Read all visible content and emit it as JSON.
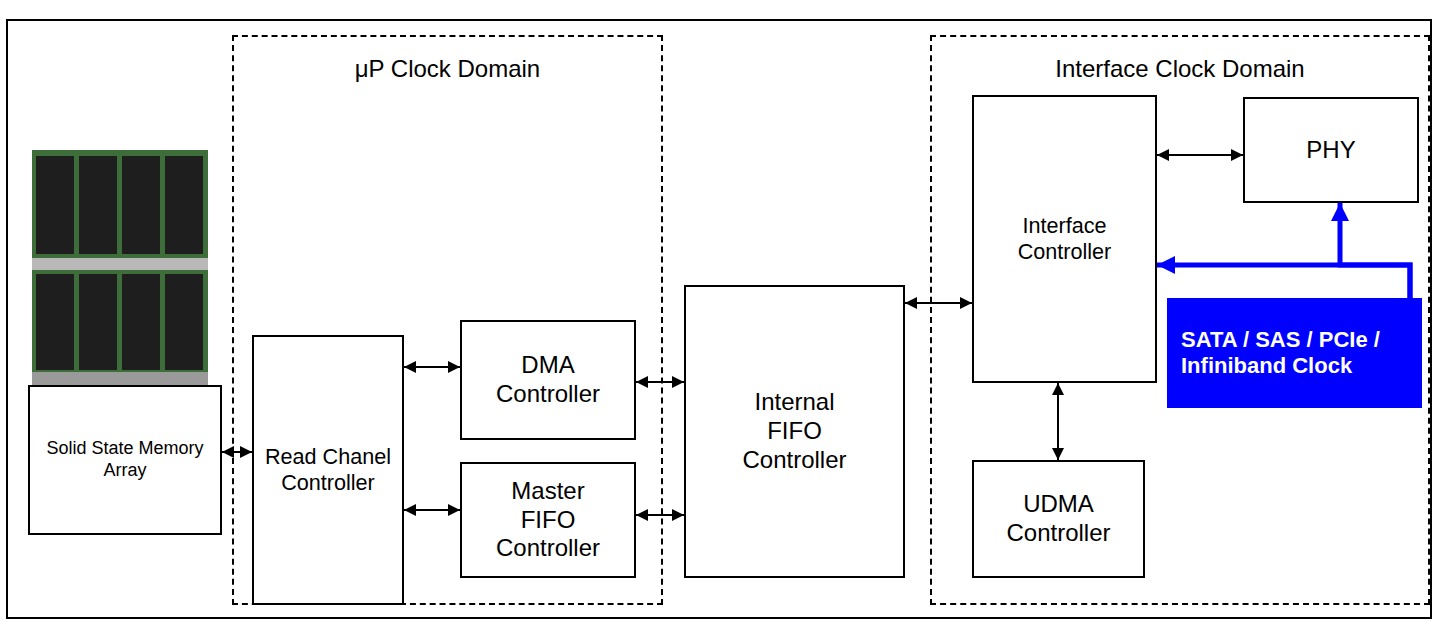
{
  "diagram": {
    "nodes": [
      {
        "text": [
          "μP Clock Domain"
        ]
      },
      {
        "text": [
          "Interface Clock Domain"
        ]
      },
      {
        "text": [
          "Solid State Memory Array"
        ]
      },
      {
        "text": [
          "Read Chanel Controller"
        ],
        "in": 0
      },
      {
        "text": [
          "DMA Controller"
        ],
        "in": 0
      },
      {
        "text": [
          "Master FIFO Controller"
        ],
        "in": 0
      },
      {
        "text": [
          "Internal FIFO Controller"
        ]
      },
      {
        "text": [
          "Interface Controller"
        ],
        "in": 1
      },
      {
        "text": [
          "PHY"
        ],
        "in": 1
      },
      {
        "text": [
          "UDMA Controller"
        ],
        "in": 1
      },
      {
        "text": [
          "SATA / SAS / PCIe / Infiniband Clock"
        ],
        "in": 1
      }
    ],
    "edges": [
      {
        "from": 2,
        "to": 3,
        "arrow": "both"
      },
      {
        "from": 3,
        "to": 4,
        "arrow": "both"
      },
      {
        "from": 3,
        "to": 5,
        "arrow": "both"
      },
      {
        "from": 4,
        "to": 6,
        "arrow": "both"
      },
      {
        "from": 5,
        "to": 6,
        "arrow": "both"
      },
      {
        "from": 6,
        "to": 7,
        "arrow": "both"
      },
      {
        "from": 7,
        "to": 8,
        "arrow": "both"
      },
      {
        "from": 7,
        "to": 9,
        "arrow": "both"
      },
      {
        "from": 10,
        "to": 7,
        "arrow": "to"
      },
      {
        "from": 10,
        "to": 8,
        "arrow": "to"
      }
    ]
  }
}
